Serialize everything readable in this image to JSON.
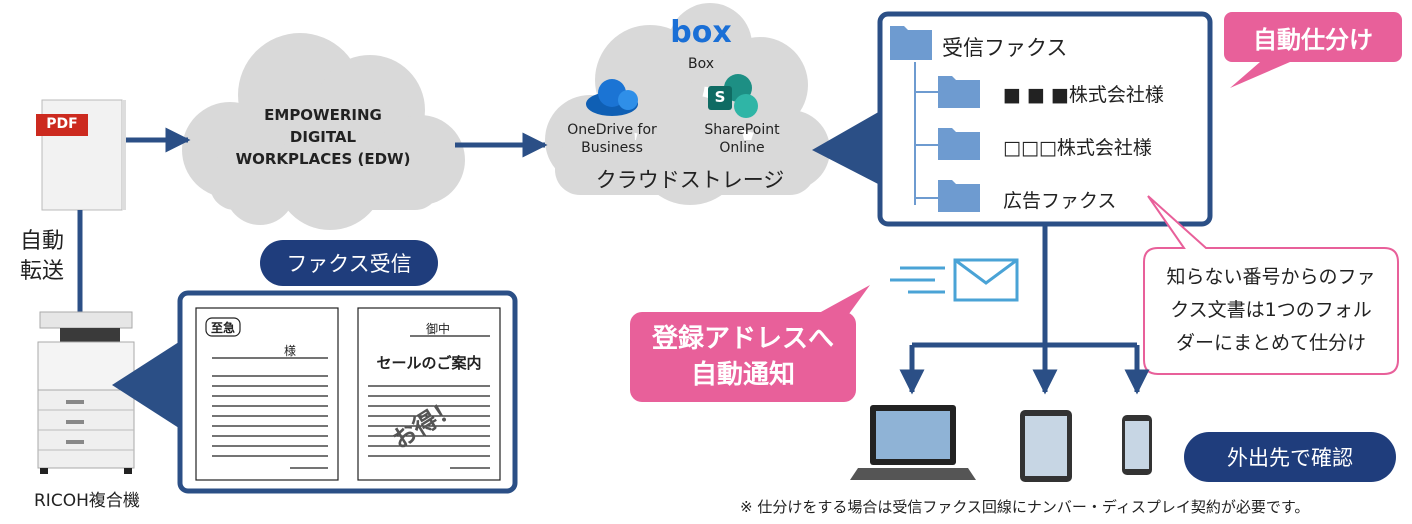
{
  "doc": {
    "pdf_badge": "PDF",
    "auto_transfer": [
      "自動",
      "転送"
    ],
    "mfp_label": "RICOH複合機",
    "edw_cloud": [
      "EMPOWERING",
      "DIGITAL",
      "WORKPLACES (EDW)"
    ],
    "storage": {
      "box_logo": "box",
      "box": "Box",
      "onedrive": [
        "OneDrive for",
        "Business"
      ],
      "sharepoint_badge": "S",
      "sharepoint": [
        "SharePoint",
        "Online"
      ],
      "caption": "クラウドストレージ"
    },
    "folders": {
      "root": "受信ファクス",
      "items": [
        "■ ■ ■株式会社様",
        "□□□株式会社様",
        "広告ファクス"
      ]
    },
    "auto_sort": "自動仕分け",
    "unknown_note": [
      "知らない番号からのファ",
      "クス文書は1つのフォル",
      "ダーにまとめて仕分け"
    ],
    "fax_receive": "ファクス受信",
    "fax_doc1": {
      "urgent": "至急",
      "sama": "様"
    },
    "fax_doc2": {
      "onchu": "御中",
      "title": "セールのご案内",
      "stamp": "お得！"
    },
    "notify": [
      "登録アドレスへ",
      "自動通知"
    ],
    "check_outside": "外出先で確認",
    "footnote": "※ 仕分けをする場合は受信ファクス回線にナンバー・ディスプレイ契約が必要です。"
  },
  "colors": {
    "navy": "#1f3d7c",
    "arrow": "#2b4f86",
    "pink": "#e8609a",
    "cloud": "#d9d9d9",
    "folder": "#6e9bd0"
  }
}
